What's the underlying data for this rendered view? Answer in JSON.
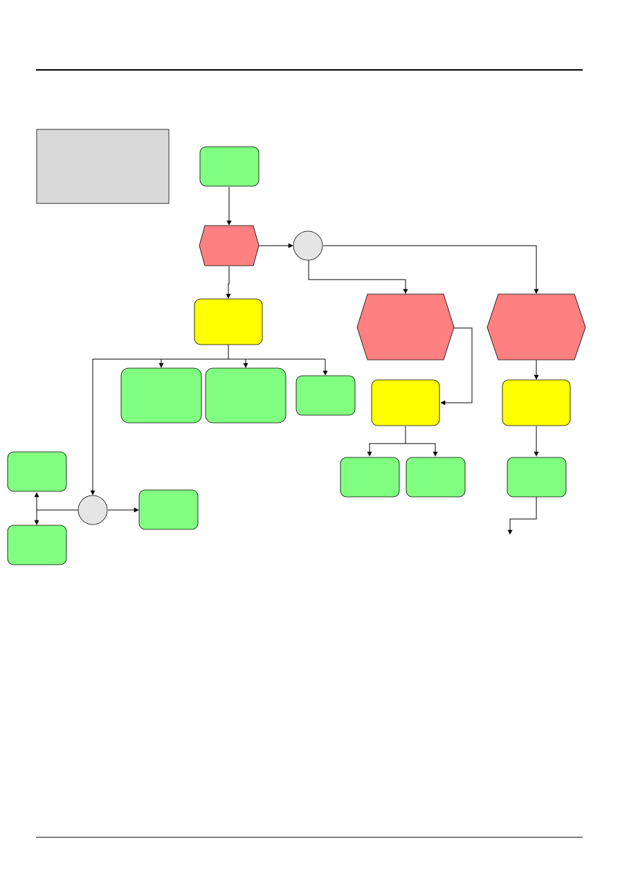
{
  "diagram": {
    "colors": {
      "event": "#80ff80",
      "function": "#ffff00",
      "process_hex": "#ff8080",
      "connector": "#e5e5e5",
      "legend": "#d9d9d9",
      "line": "#000000"
    },
    "nodes": [
      {
        "id": "legend-box",
        "kind": "legend",
        "label": ""
      },
      {
        "id": "start-event",
        "kind": "event",
        "label": ""
      },
      {
        "id": "process-1",
        "kind": "process_hex",
        "label": ""
      },
      {
        "id": "connector-1",
        "kind": "connector",
        "label": ""
      },
      {
        "id": "function-1",
        "kind": "function",
        "label": ""
      },
      {
        "id": "event-a",
        "kind": "event",
        "label": ""
      },
      {
        "id": "event-b",
        "kind": "event",
        "label": ""
      },
      {
        "id": "event-c",
        "kind": "event",
        "label": ""
      },
      {
        "id": "process-2",
        "kind": "process_hex",
        "label": ""
      },
      {
        "id": "process-3",
        "kind": "process_hex",
        "label": ""
      },
      {
        "id": "function-2",
        "kind": "function",
        "label": ""
      },
      {
        "id": "function-3",
        "kind": "function",
        "label": ""
      },
      {
        "id": "event-d",
        "kind": "event",
        "label": ""
      },
      {
        "id": "event-e",
        "kind": "event",
        "label": ""
      },
      {
        "id": "event-f",
        "kind": "event",
        "label": ""
      },
      {
        "id": "connector-2",
        "kind": "connector",
        "label": ""
      },
      {
        "id": "event-g",
        "kind": "event",
        "label": ""
      },
      {
        "id": "event-h",
        "kind": "event",
        "label": ""
      },
      {
        "id": "event-i",
        "kind": "event",
        "label": ""
      }
    ],
    "edges": [
      {
        "from": "start-event",
        "to": "process-1"
      },
      {
        "from": "process-1",
        "to": "connector-1"
      },
      {
        "from": "process-1",
        "to": "function-1"
      },
      {
        "from": "connector-1",
        "to": "process-2"
      },
      {
        "from": "connector-1",
        "to": "process-3"
      },
      {
        "from": "function-1",
        "to": "event-a"
      },
      {
        "from": "function-1",
        "to": "event-b"
      },
      {
        "from": "function-1",
        "to": "event-c"
      },
      {
        "from": "function-1",
        "to": "connector-2"
      },
      {
        "from": "process-2",
        "to": "function-2"
      },
      {
        "from": "process-3",
        "to": "function-3"
      },
      {
        "from": "function-2",
        "to": "event-d"
      },
      {
        "from": "function-2",
        "to": "event-e"
      },
      {
        "from": "function-3",
        "to": "event-f"
      },
      {
        "from": "event-f",
        "to": "off-page"
      },
      {
        "from": "connector-2",
        "to": "event-i"
      },
      {
        "from": "connector-2",
        "to": "event-g"
      },
      {
        "from": "connector-2",
        "to": "event-h"
      }
    ]
  }
}
